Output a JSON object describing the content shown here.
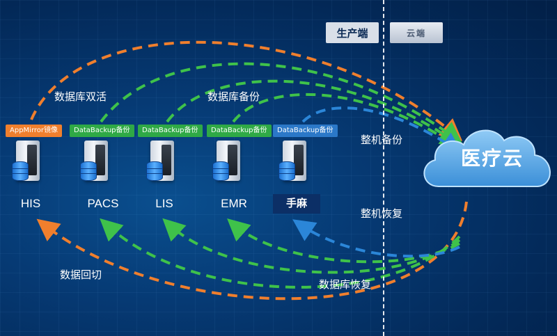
{
  "header": {
    "production_label": "生产端",
    "cloud_label": "云端"
  },
  "systems": [
    {
      "name": "HIS",
      "tag": "AppMirror镜像",
      "tag_color": "#f07f2d"
    },
    {
      "name": "PACS",
      "tag": "DataBackup备份",
      "tag_color": "#2fa946"
    },
    {
      "name": "LIS",
      "tag": "DataBackup备份",
      "tag_color": "#2fa946"
    },
    {
      "name": "EMR",
      "tag": "DataBackup备份",
      "tag_color": "#2fa946"
    },
    {
      "name": "手麻",
      "tag": "DataBackup备份",
      "tag_color": "#2b78c8"
    }
  ],
  "flows": {
    "db_active_active": "数据库双活",
    "db_backup": "数据库备份",
    "machine_backup": "整机备份",
    "machine_restore": "整机恢复",
    "data_failback": "数据回切",
    "db_restore": "数据库恢复"
  },
  "cloud": {
    "label": "医疗云"
  },
  "colors": {
    "orange_arrow": "#f07f2d",
    "green_arrow": "#3fc24a",
    "blue_arrow": "#2b86d8",
    "cloud_fill": "#4fa3e6",
    "background": "#063a74"
  }
}
